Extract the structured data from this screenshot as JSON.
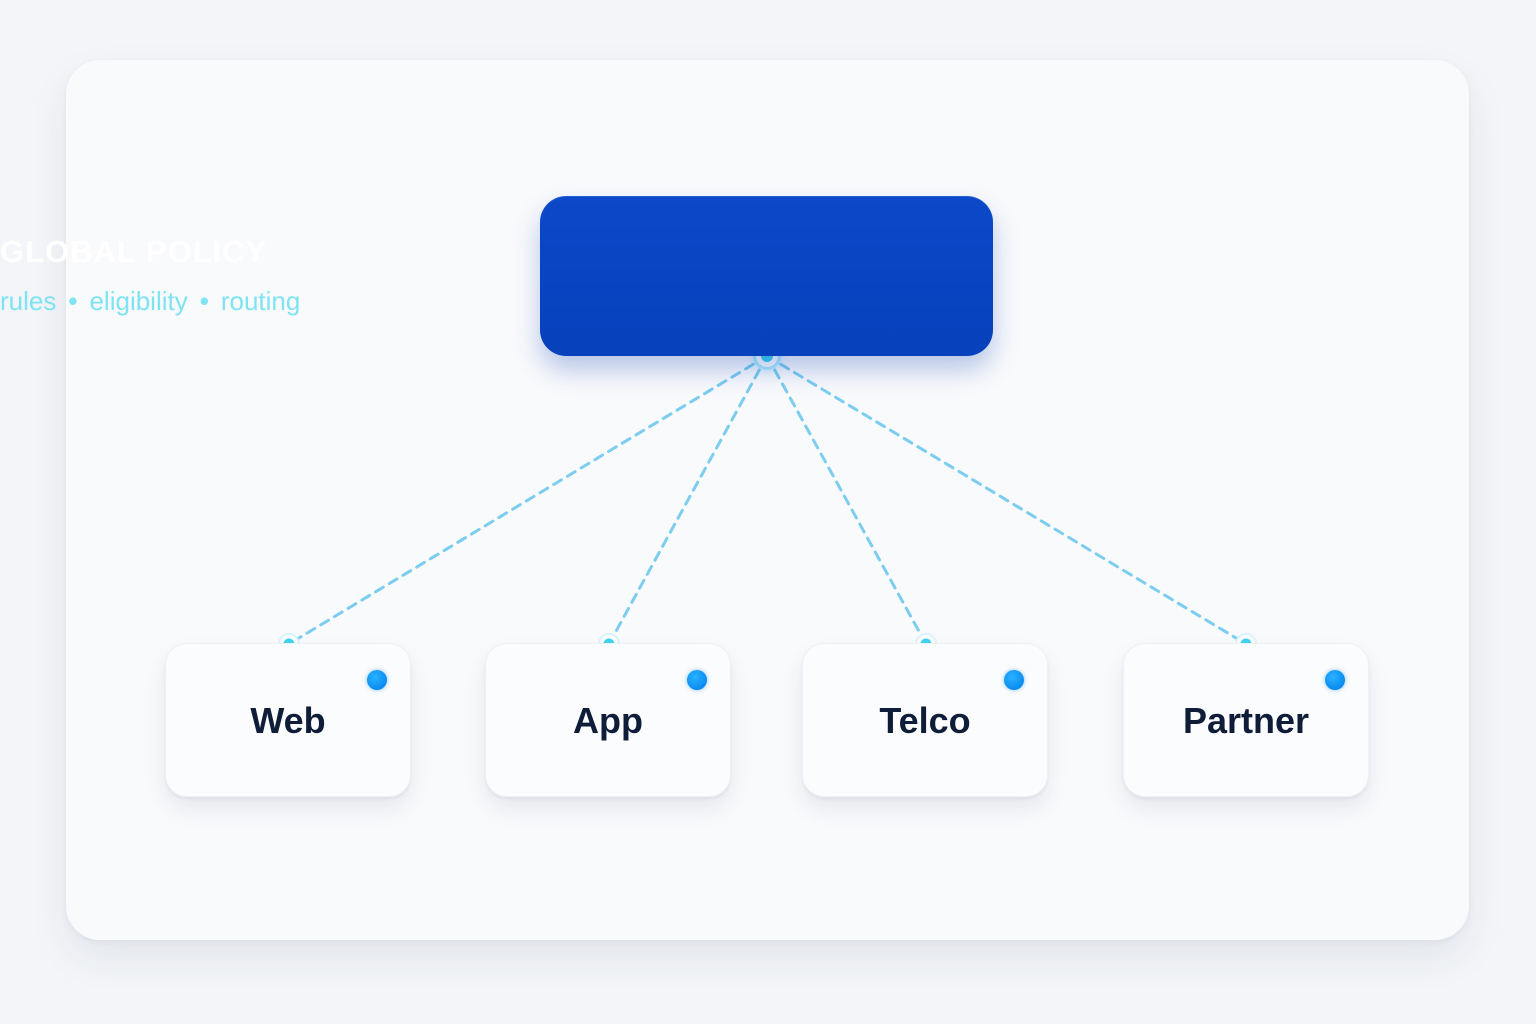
{
  "policy": {
    "title": "GLOBAL POLICY",
    "subtitle_items": [
      "rules",
      "eligibility",
      "routing"
    ],
    "separator": "•"
  },
  "channels": [
    {
      "label": "Web"
    },
    {
      "label": "App"
    },
    {
      "label": "Telco"
    },
    {
      "label": "Partner"
    }
  ],
  "colors": {
    "policy_fill": "#0a49c9",
    "policy_subtitle": "#7fe3f4",
    "connector": "#7ccdf0",
    "status_dot": "#0b8cf0",
    "channel_text": "#0f1d38"
  }
}
